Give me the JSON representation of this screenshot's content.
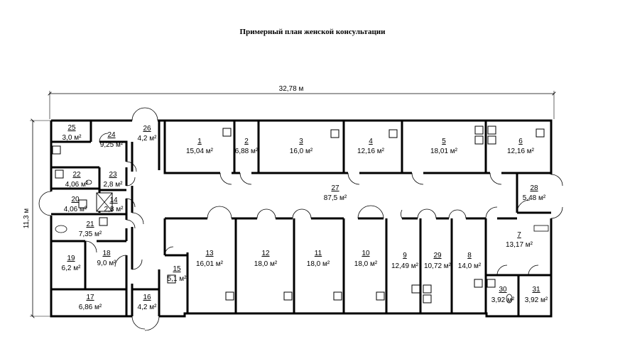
{
  "title": "Примерный план женской консультации",
  "dimensions": {
    "width": "32,78 м",
    "height": "11,3 м"
  },
  "rooms": [
    {
      "num": "1",
      "area": "15,04 м²"
    },
    {
      "num": "2",
      "area": "6,88 м²"
    },
    {
      "num": "3",
      "area": "16,0 м²"
    },
    {
      "num": "4",
      "area": "12,16 м²"
    },
    {
      "num": "5",
      "area": "18,01 м²"
    },
    {
      "num": "6",
      "area": "12,16 м²"
    },
    {
      "num": "7",
      "area": "13,17 м²"
    },
    {
      "num": "8",
      "area": "14,0 м²"
    },
    {
      "num": "9",
      "area": "12,49 м²"
    },
    {
      "num": "10",
      "area": "18,0 м²"
    },
    {
      "num": "11",
      "area": "18,0 м²"
    },
    {
      "num": "12",
      "area": "18,0 м²"
    },
    {
      "num": "13",
      "area": "16,01 м²"
    },
    {
      "num": "14",
      "area": "2,8 м²"
    },
    {
      "num": "15",
      "area": "5,1 м²"
    },
    {
      "num": "16",
      "area": "4,2 м²"
    },
    {
      "num": "17",
      "area": "6,86 м²"
    },
    {
      "num": "18",
      "area": "9,0 м²"
    },
    {
      "num": "19",
      "area": "6,2 м²"
    },
    {
      "num": "20",
      "area": "4,06 м²"
    },
    {
      "num": "21",
      "area": "7,35 м²"
    },
    {
      "num": "22",
      "area": "4,06 м²"
    },
    {
      "num": "23",
      "area": "2,8 м²"
    },
    {
      "num": "24",
      "area": "9,25 м²"
    },
    {
      "num": "25",
      "area": "3,0 м²"
    },
    {
      "num": "26",
      "area": "4,2 м²"
    },
    {
      "num": "27",
      "area": "87,5 м²"
    },
    {
      "num": "28",
      "area": "5,48 м²"
    },
    {
      "num": "29",
      "area": "10,72 м²"
    },
    {
      "num": "30",
      "area": "3,92 м²"
    },
    {
      "num": "31",
      "area": "3,92 м²"
    }
  ]
}
